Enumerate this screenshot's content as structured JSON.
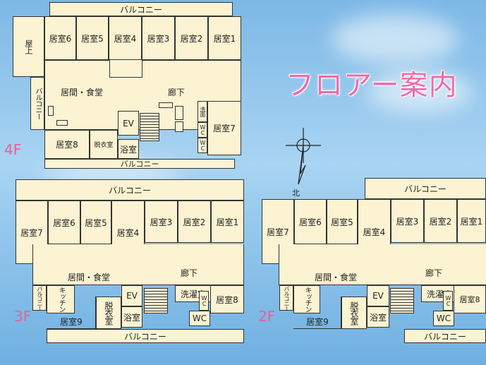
{
  "title": "フロアー案内",
  "north_label": "北",
  "colors": {
    "room_fill": "#fbf3d2",
    "outline": "#333333",
    "accent_pink": "#ef6aa8",
    "sky": "#8cc3ea"
  },
  "floor4": {
    "label": "4F",
    "balcony_top": "バルコニー",
    "balcony_bottom": "バルコニー",
    "balcony_side": "バルコニー",
    "rooftop": "屋上",
    "rooms": [
      "居室6",
      "居室5",
      "居室4",
      "居室3",
      "居室2",
      "居室1"
    ],
    "living": "居間・食堂",
    "corridor": "廊下",
    "ev": "EV",
    "washroom": "洗面",
    "wc_1": "WC",
    "wc_2": "WC",
    "room7": "居室7",
    "room8": "居室8",
    "dressing": "脱衣室",
    "bath": "浴室"
  },
  "floor3": {
    "label": "3F",
    "balcony_top": "バルコニー",
    "balcony_bottom": "バルコニー",
    "balcony_side": "バルコニー",
    "rooms": [
      "居室7",
      "居室6",
      "居室5",
      "居室4",
      "居室3",
      "居室2",
      "居室1"
    ],
    "living": "居間・食堂",
    "corridor": "廊下",
    "kitchen": "キッチン",
    "ev": "EV",
    "laundry": "洗濯室",
    "wc_small": "WC",
    "wc": "WC",
    "room8": "居室8",
    "room9": "居室9",
    "dressing": "脱衣室",
    "bath": "浴室"
  },
  "floor2": {
    "label": "2F",
    "balcony_top": "バルコニー",
    "balcony_bottom": "バルコニー",
    "balcony_side": "バルコニー",
    "rooms": [
      "居室7",
      "居室6",
      "居室5",
      "居室4",
      "居室3",
      "居室2",
      "居室1"
    ],
    "living": "居間・食堂",
    "corridor": "廊下",
    "kitchen": "キッチン",
    "ev": "EV",
    "laundry": "洗濯室",
    "wc_small": "WC",
    "wc": "WC",
    "room8": "居室8",
    "room9": "居室9",
    "dressing": "脱衣室",
    "bath": "浴室"
  }
}
